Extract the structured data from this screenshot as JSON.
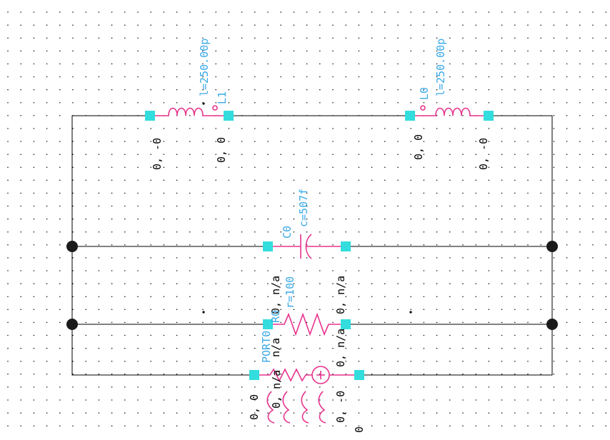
{
  "schematic": {
    "colors": {
      "background": "#ffffff",
      "grid_dot": "#000000",
      "wire": "#000000",
      "component": "#e6338c",
      "pin": "#33dddd",
      "instance_label": "#3aa9e6",
      "junction": "#1a1a1a"
    },
    "inductor_L1": {
      "name": "L1",
      "value": "l=250.00p",
      "pin_left": "0, -0",
      "pin_right": "0, 0"
    },
    "inductor_L0": {
      "name": "L0",
      "value": "l=250.00p",
      "pin_left": "0, 0",
      "pin_right": "0, -0"
    },
    "capacitor_C0": {
      "name": "C0",
      "value": "c=507f",
      "pin_left": "0, n/a",
      "pin_right": "0, n/a"
    },
    "resistor_R0": {
      "name": "R0",
      "value": "r=100",
      "pin_left": "n/a",
      "pin_right": "0, n/a"
    },
    "port_PORT0": {
      "name": "PORT0",
      "pin_left": "0, 0",
      "pin_mid": "0, n/a",
      "pin_right": "0, -0",
      "pin_right_extra": "0"
    }
  }
}
